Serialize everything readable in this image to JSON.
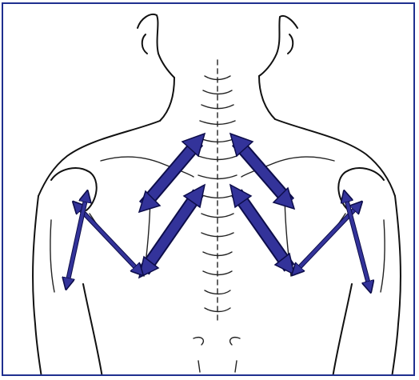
{
  "figure": {
    "subject": "posterior-neck-shoulders-upper-back-line-drawing",
    "colors": {
      "border": "#1f2f8f",
      "arrow_fill": "#33339a",
      "arrow_stroke": "#0d0d4a",
      "ink": "#111111",
      "background": "#ffffff"
    },
    "arrows": [
      {
        "name": "arrow-upper-left",
        "style": "thick"
      },
      {
        "name": "arrow-upper-right",
        "style": "thick"
      },
      {
        "name": "arrow-lower-left",
        "style": "thick"
      },
      {
        "name": "arrow-lower-right",
        "style": "thick"
      },
      {
        "name": "arrow-left-arm",
        "style": "thin"
      },
      {
        "name": "arrow-right-arm",
        "style": "thin"
      }
    ]
  }
}
